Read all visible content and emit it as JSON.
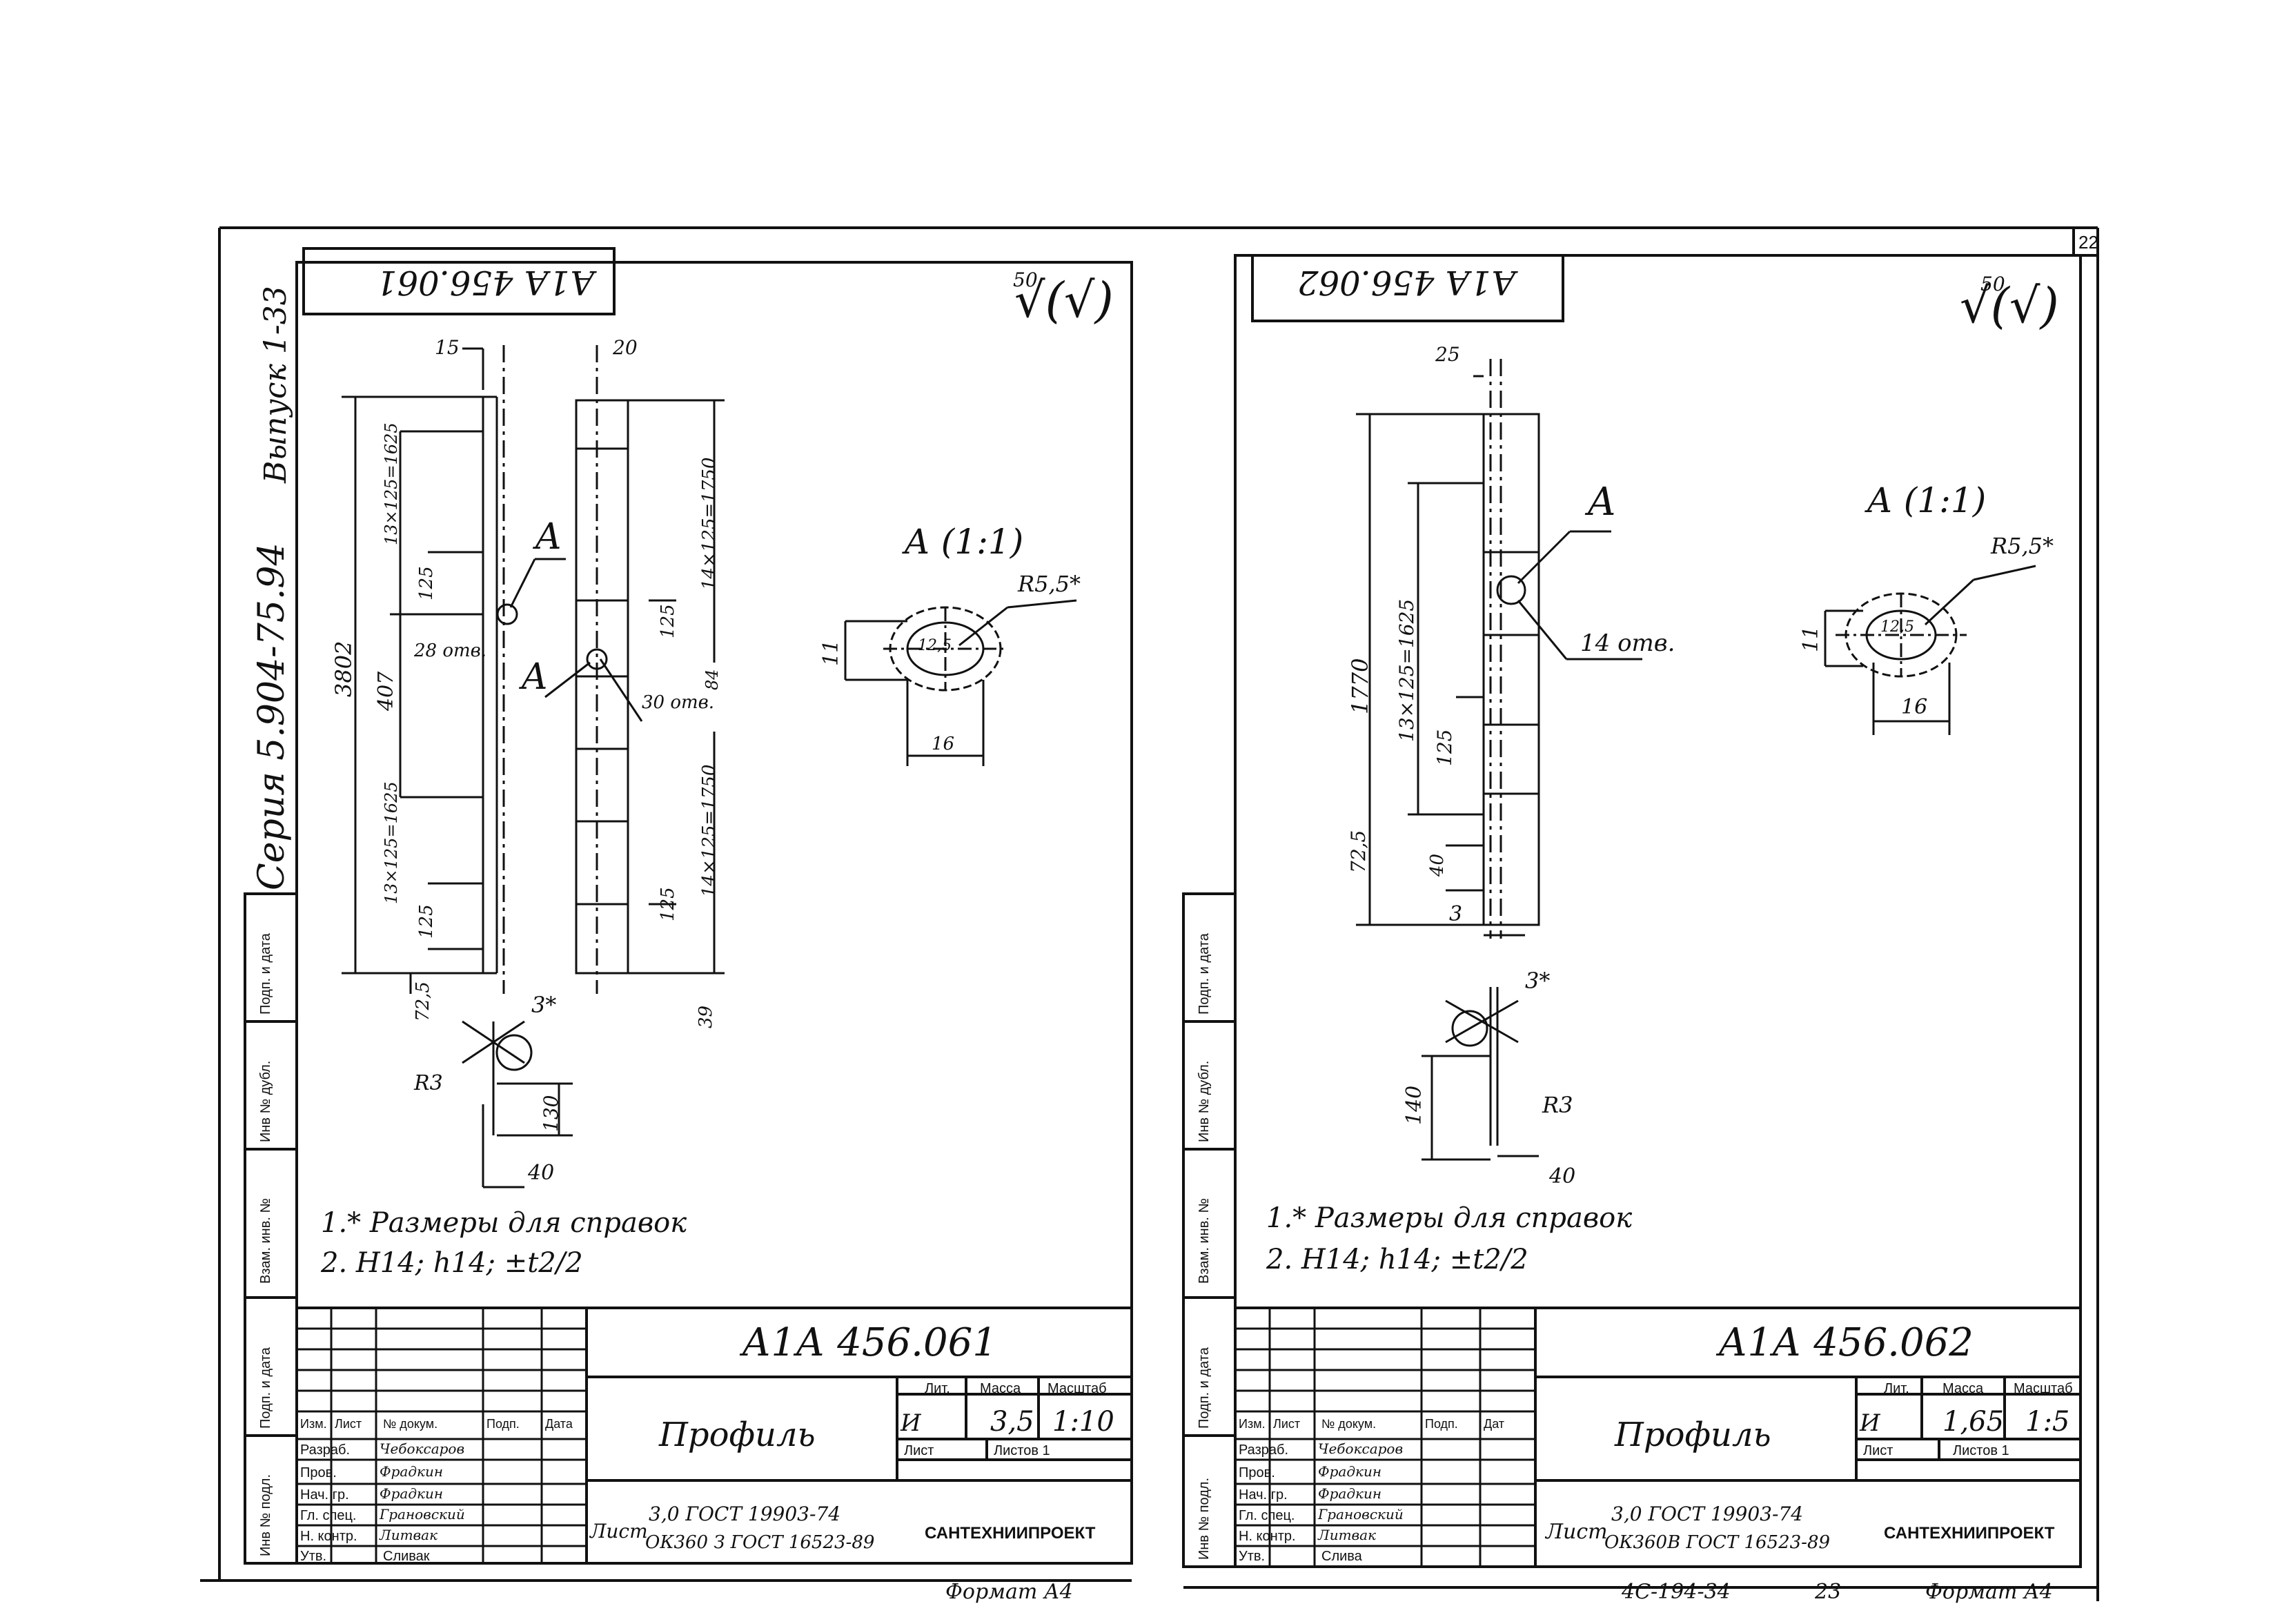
{
  "page_mark": "22",
  "series": {
    "seria": "Серия 5.904-75.94",
    "vypusk": "Выпуск 1-33"
  },
  "side_columns": {
    "podp_data": "Подп. и дата",
    "inv_dubl": "Инв № дубл.",
    "vzam_inv": "Взам. инв. №",
    "podp_data2": "Подп. и дата",
    "inv_podl": "Инв № подл."
  },
  "left": {
    "code_rotated": "А1А 456.061",
    "roughness_value": "50",
    "roughness_sign": "√(√)",
    "drawing_dims": {
      "w15": "15",
      "w20": "20",
      "total": "3802",
      "d407": "407",
      "d13x125_1625_top": "13×125=1625",
      "d13x125_1625_bot": "13×125=1625",
      "d125a": "125",
      "d125b": "125",
      "d125c": "125",
      "d125d": "125",
      "d14x125_1750_top": "14×125=1750",
      "d14x125_1750_bot": "14×125=1750",
      "d84": "84",
      "d72_5": "72,5",
      "d39": "39",
      "holes_28": "28 отв.",
      "holes_30": "30 отв.",
      "markA1": "А",
      "markA2": "А",
      "detail_title": "А (1:1)",
      "r55": "R5,5*",
      "d11": "11",
      "d12_5": "12,5",
      "d16": "16",
      "weld_3": "3*",
      "r3": "R3",
      "d130": "130",
      "d40": "40"
    },
    "notes": [
      "1.* Размеры для справок",
      "2. Н14; h14; ±t2/2"
    ],
    "title_block": {
      "designation": "А1А 456.061",
      "name": "Профиль",
      "lit_header": "Лит.",
      "mass_header": "Масса",
      "scale_header": "Масштаб",
      "lit": "И",
      "mass": "3,5",
      "scale": "1:10",
      "sheet": "Лист",
      "sheets": "Листов 1",
      "material_top": "3,0 ГОСТ 19903-74",
      "material_bottom": "ОК360 З ГОСТ 16523-89",
      "material_prefix": "Лист",
      "org": "САНТЕХНИИПРОЕКТ",
      "hdr": [
        "Изм.",
        "Лист",
        "№ докум.",
        "Подп.",
        "Дата"
      ],
      "roles": [
        {
          "role": "Разраб.",
          "name": "Чебоксаров"
        },
        {
          "role": "Пров.",
          "name": "Фрадкин"
        },
        {
          "role": "Нач. гр.",
          "name": "Фрадкин"
        },
        {
          "role": "Гл. спец.",
          "name": "Грановский"
        },
        {
          "role": "Н. контр.",
          "name": "Литвак"
        },
        {
          "role": "Утв.",
          "name": "Сливак"
        }
      ]
    },
    "format": "Формат А4"
  },
  "right": {
    "code_rotated": "А1А 456.062",
    "roughness_value": "50",
    "roughness_sign": "√(√)",
    "drawing_dims": {
      "w25": "25",
      "total": "1770",
      "d13x125": "13×125=1625",
      "d125": "125",
      "d72_5": "72,5",
      "d40": "40",
      "d3": "3",
      "markA": "А",
      "holes_14": "14 отв.",
      "detail_title": "А (1:1)",
      "r55": "R5,5*",
      "d11": "11",
      "d12_5": "12,5",
      "d16": "16",
      "weld_3": "3*",
      "r3": "R3",
      "d140": "140",
      "d40b": "40"
    },
    "notes": [
      "1.* Размеры для справок",
      "2. Н14; h14; ±t2/2"
    ],
    "title_block": {
      "designation": "А1А 456.062",
      "name": "Профиль",
      "lit_header": "Лит.",
      "mass_header": "Масса",
      "scale_header": "Масштаб",
      "lit": "И",
      "mass": "1,65",
      "scale": "1:5",
      "sheet": "Лист",
      "sheets": "Листов 1",
      "material_top": "3,0 ГОСТ 19903-74",
      "material_bottom": "ОК360В ГОСТ 16523-89",
      "material_prefix": "Лист",
      "org": "САНТЕХНИИПРОЕКТ",
      "hdr": [
        "Изм.",
        "Лист",
        "№ докум.",
        "Подп.",
        "Дат"
      ],
      "roles": [
        {
          "role": "Разраб.",
          "name": "Чебоксаров"
        },
        {
          "role": "Пров.",
          "name": "Фрадкин"
        },
        {
          "role": "Нач. гр.",
          "name": "Фрадкин"
        },
        {
          "role": "Гл. спец.",
          "name": "Грановский"
        },
        {
          "role": "Н. контр.",
          "name": "Литвак"
        },
        {
          "role": "Утв.",
          "name": "Слива"
        }
      ]
    },
    "bottom_code": "4С-194-34",
    "bottom_num": "23",
    "format": "Формат А4"
  }
}
